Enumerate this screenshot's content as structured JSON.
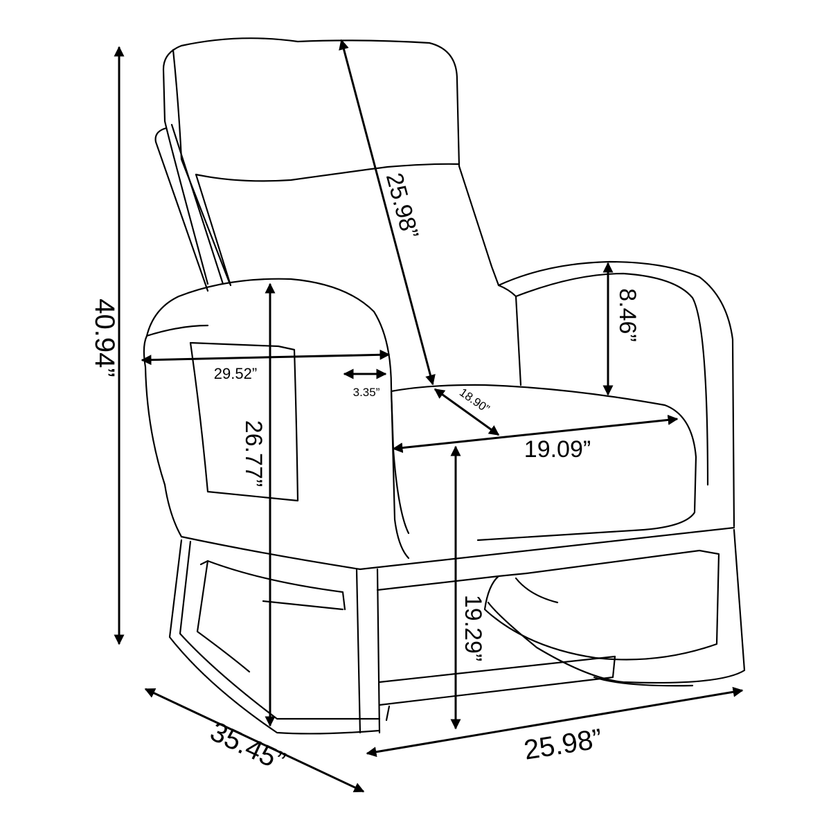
{
  "product": "rocking chair",
  "dimensions": {
    "overall_height": "40.94”",
    "overall_depth": "35.45”",
    "overall_width": "25.98”",
    "backrest_height": "25.98”",
    "armrest_height_from_seat": "8.46”",
    "armrest_length": "29.52”",
    "armrest_width": "3.35”",
    "arm_height_from_floor": "26.77”",
    "seat_depth": "18.90”",
    "seat_width": "19.09”",
    "seat_height": "19.29”"
  },
  "colors": {
    "line": "#000000",
    "background": "#ffffff"
  }
}
